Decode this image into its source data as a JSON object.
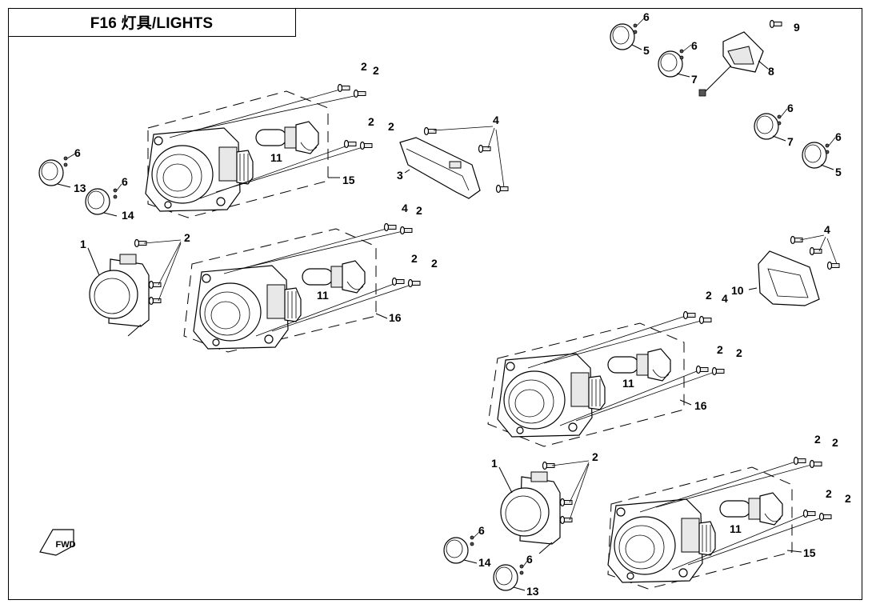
{
  "title": "F16 灯具/LIGHTS",
  "fwd_label": "FWD",
  "colors": {
    "line": "#000000",
    "background": "#ffffff",
    "fill": "#e8e8e8"
  },
  "callouts": [
    {
      "id": "c1",
      "text": "2"
    },
    {
      "id": "c2",
      "text": "2"
    },
    {
      "id": "c3",
      "text": "2"
    },
    {
      "id": "c4",
      "text": "2"
    },
    {
      "id": "c5",
      "text": "11"
    },
    {
      "id": "c6",
      "text": "15"
    },
    {
      "id": "c7",
      "text": "6"
    },
    {
      "id": "c8",
      "text": "13"
    },
    {
      "id": "c9",
      "text": "6"
    },
    {
      "id": "c10",
      "text": "14"
    },
    {
      "id": "c11",
      "text": "4"
    },
    {
      "id": "c12",
      "text": "3"
    },
    {
      "id": "c13",
      "text": "1"
    },
    {
      "id": "c14",
      "text": "2"
    },
    {
      "id": "c15",
      "text": "4"
    },
    {
      "id": "c16",
      "text": "2"
    },
    {
      "id": "c17",
      "text": "2"
    },
    {
      "id": "c18",
      "text": "2"
    },
    {
      "id": "c19",
      "text": "11"
    },
    {
      "id": "c20",
      "text": "16"
    },
    {
      "id": "c21",
      "text": "6"
    },
    {
      "id": "c22",
      "text": "5"
    },
    {
      "id": "c23",
      "text": "6"
    },
    {
      "id": "c24",
      "text": "7"
    },
    {
      "id": "c25",
      "text": "9"
    },
    {
      "id": "c26",
      "text": "8"
    },
    {
      "id": "c27",
      "text": "6"
    },
    {
      "id": "c28",
      "text": "7"
    },
    {
      "id": "c29",
      "text": "6"
    },
    {
      "id": "c30",
      "text": "5"
    },
    {
      "id": "c31",
      "text": "4"
    },
    {
      "id": "c32",
      "text": "10"
    },
    {
      "id": "c33",
      "text": "2"
    },
    {
      "id": "c34",
      "text": "4"
    },
    {
      "id": "c35",
      "text": "2"
    },
    {
      "id": "c36",
      "text": "2"
    },
    {
      "id": "c37",
      "text": "11"
    },
    {
      "id": "c38",
      "text": "16"
    },
    {
      "id": "c39",
      "text": "1"
    },
    {
      "id": "c40",
      "text": "2"
    },
    {
      "id": "c41",
      "text": "2"
    },
    {
      "id": "c42",
      "text": "2"
    },
    {
      "id": "c43",
      "text": "2"
    },
    {
      "id": "c44",
      "text": "2"
    },
    {
      "id": "c45",
      "text": "11"
    },
    {
      "id": "c46",
      "text": "15"
    },
    {
      "id": "c47",
      "text": "6"
    },
    {
      "id": "c48",
      "text": "14"
    },
    {
      "id": "c49",
      "text": "6"
    },
    {
      "id": "c50",
      "text": "13"
    }
  ]
}
